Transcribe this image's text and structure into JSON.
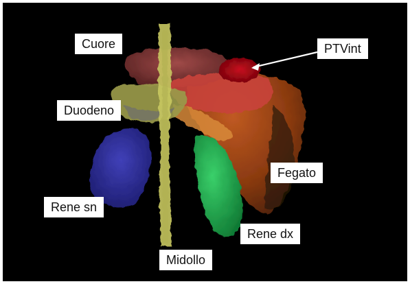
{
  "image": {
    "background": "#000000",
    "labels": {
      "cuore": "Cuore",
      "ptvint": "PTVint",
      "duodeno": "Duodeno",
      "fegato": "Fegato",
      "rene_sn": "Rene sn",
      "rene_dx": "Rene dx",
      "midollo": "Midollo"
    },
    "organ_colors": {
      "cuore": "#8a3a3a",
      "ptvint": "#b00010",
      "liver_upper": "#d0483a",
      "fegato": "#9a3e14",
      "duodeno": "#9a9a4a",
      "midollo": "#c8c860",
      "rene_sn": "#30309a",
      "rene_dx": "#1aa84a",
      "pancreas": "#d88a3a"
    }
  }
}
